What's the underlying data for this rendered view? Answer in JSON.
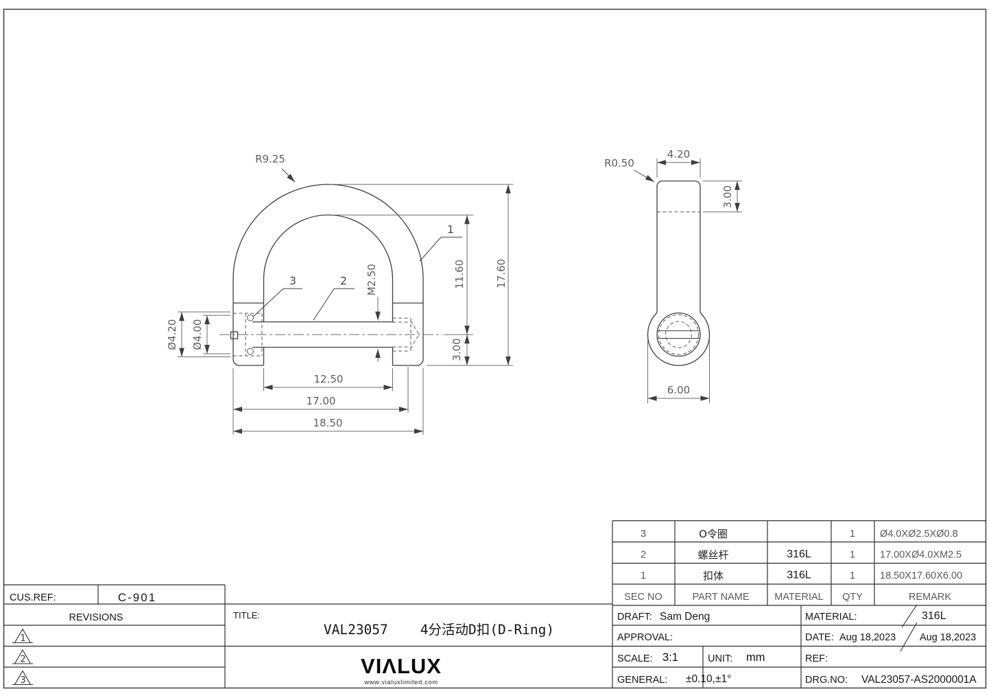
{
  "colors": {
    "line": "#3d3d3d",
    "dim_line": "#6a6a6a",
    "dim_text": "#5d5d5d",
    "text_dark": "#161616",
    "text_gray": "#5a5a5a",
    "background": "#ffffff"
  },
  "front_view": {
    "radius_outer": "R9.25",
    "height_total": "17.60",
    "height_to_center": "11.60",
    "center_to_bottom": "3.00",
    "thread": "M2.50",
    "bore_dia": "Ø4.20",
    "head_dia": "Ø4.00",
    "inner_span": "12.50",
    "screw_length": "17.00",
    "width_total": "18.50",
    "callout_body": "1",
    "callout_screw": "2",
    "callout_oring": "3"
  },
  "side_view": {
    "top_width": "4.20",
    "corner_radius": "R0.50",
    "top_depth": "3.00",
    "eye_width": "6.00"
  },
  "parts_table": {
    "headers": {
      "sec": "SEC NO",
      "name": "PART NAME",
      "material": "MATERIAL",
      "qty": "QTY",
      "remark": "REMARK"
    },
    "rows": [
      {
        "sec": "3",
        "name": "O令圈",
        "material": "",
        "qty": "1",
        "remark": "Ø4.0XØ2.5XØ0.8"
      },
      {
        "sec": "2",
        "name": "螺丝杆",
        "material": "316L",
        "qty": "1",
        "remark": "17.00XØ4.0XM2.5"
      },
      {
        "sec": "1",
        "name": "扣体",
        "material": "316L",
        "qty": "1",
        "remark": "18.50X17.60X6.00"
      }
    ]
  },
  "title_block": {
    "cus_ref_label": "CUS.REF:",
    "cus_ref_value": "C-901",
    "revisions_label": "REVISIONS",
    "rev_markers": [
      "1",
      "2",
      "3"
    ],
    "title_label": "TITLE:",
    "title_value": "VAL23057    4分活动D扣(D-Ring)",
    "draft_label": "DRAFT:",
    "draft_value": "Sam Deng",
    "approval_label": "APPROVAL:",
    "approval_value": "",
    "scale_label": "SCALE:",
    "scale_value": "3:1",
    "unit_label": "UNIT:",
    "unit_value": "mm",
    "general_label": "GENERAL:",
    "general_value": "±0.10,±1°",
    "material_label": "MATERIAL:",
    "material_value": "316L",
    "date_label": "DATE:",
    "date_value": "Aug 18,2023",
    "date_value_2": "Aug 18,2023",
    "ref_label": "REF:",
    "ref_value": "",
    "drg_no_label": "DRG.NO:",
    "drg_no_value": "VAL23057-AS2000001A"
  },
  "logo": {
    "text": "VIΛLUX",
    "website": "www.vialuxlimited.com"
  }
}
